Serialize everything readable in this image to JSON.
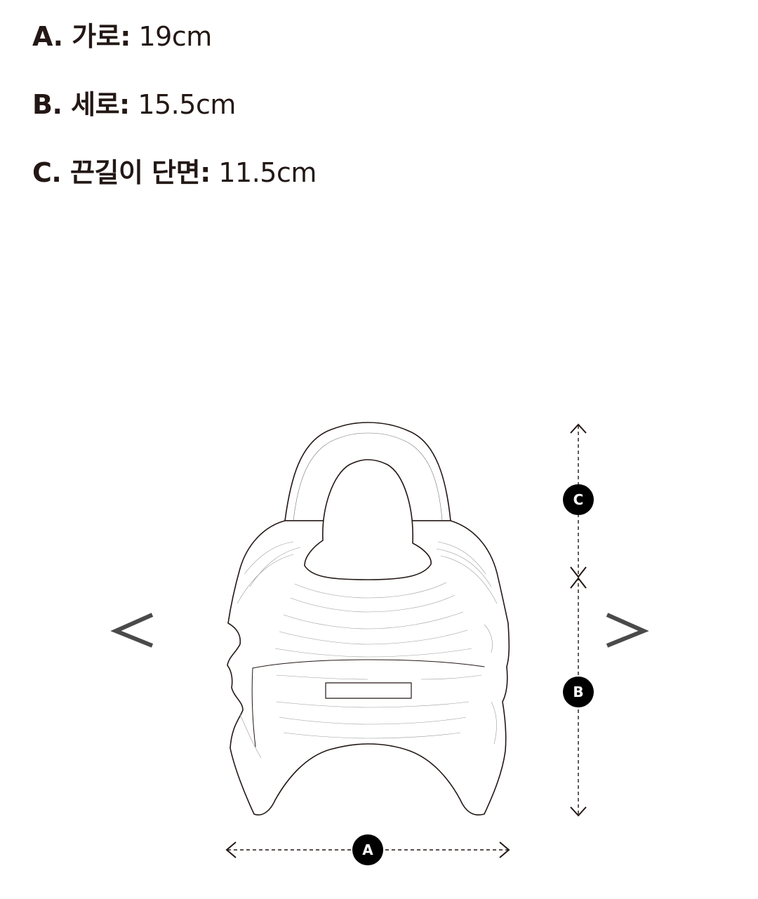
{
  "specs": [
    {
      "key": "A",
      "label": "A. 가로:",
      "value": " 19cm"
    },
    {
      "key": "B",
      "label": "B. 세로:",
      "value": " 15.5cm"
    },
    {
      "key": "C",
      "label": "C. 끈길이 단면:",
      "value": " 11.5cm"
    }
  ],
  "diagram": {
    "markers": {
      "a": "A",
      "b": "B",
      "c": "C"
    }
  },
  "nav": {
    "prev_icon": "chevron-left-icon",
    "next_icon": "chevron-right-icon"
  },
  "colors": {
    "text": "#231815",
    "line": "#231815",
    "arrow": "#4a4a4a",
    "badge": "#000000"
  }
}
